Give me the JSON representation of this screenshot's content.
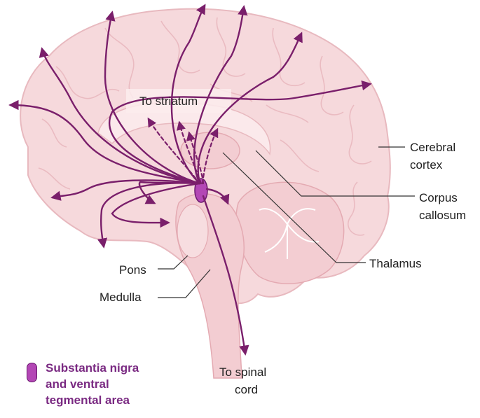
{
  "labels": {
    "to_striatum": "To striatum",
    "cerebral_cortex_1": "Cerebral",
    "cerebral_cortex_2": "cortex",
    "corpus_callosum_1": "Corpus",
    "corpus_callosum_2": "callosum",
    "thalamus": "Thalamus",
    "pons": "Pons",
    "medulla": "Medulla",
    "to_spinal_cord_1": "To spinal",
    "to_spinal_cord_2": "cord"
  },
  "legend": {
    "line1": "Substantia nigra",
    "line2": "and ventral",
    "line3": "tegmental area",
    "swatch_color": "#b347b5"
  },
  "colors": {
    "brain_fill": "#f6d9dc",
    "brain_stroke": "#e8b9bf",
    "pathway": "#7a1f6b",
    "label_text": "#1f1f1f",
    "leader_line": "#333333"
  }
}
